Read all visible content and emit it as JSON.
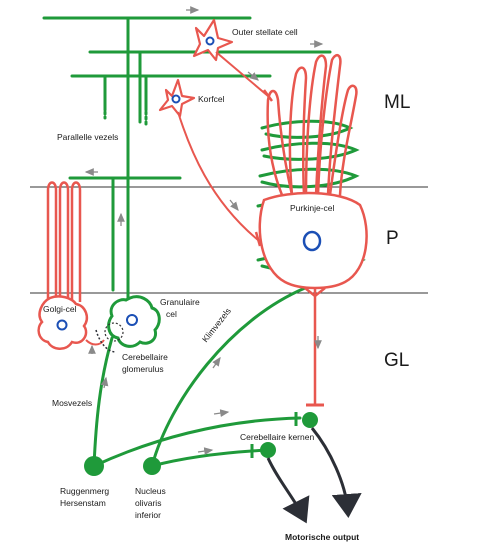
{
  "labels": {
    "outer_stellate": "Outer stellate cell",
    "korfcel": "Korfcel",
    "parallelle": "Parallelle vezels",
    "purkinje": "Purkinje-cel",
    "golgi": "Golgi-cel",
    "granulaire_1": "Granulaire",
    "granulaire_2": "cel",
    "cerebellaire_glom_1": "Cerebellaire",
    "cerebellaire_glom_2": "glomerulus",
    "klimvezels": "Klimvezels",
    "mosvezels": "Mosvezels",
    "cerebellaire_kernen": "Cerebellaire kernen",
    "ruggenmerg_1": "Ruggenmerg",
    "ruggenmerg_2": "Hersenstam",
    "nucleus_1": "Nucleus",
    "nucleus_2": "olivaris",
    "nucleus_3": "inferior",
    "motorische": "Motorische output"
  },
  "layers": {
    "ml": "ML",
    "p": "P",
    "gl": "GL"
  },
  "colors": {
    "excitatory_green": "#1f9a3a",
    "inhibitory_red": "#e8574f",
    "nucleus_blue": "#1b4fb5",
    "output_dark": "#2c2f36",
    "arrow_gray": "#8a8a8a"
  }
}
